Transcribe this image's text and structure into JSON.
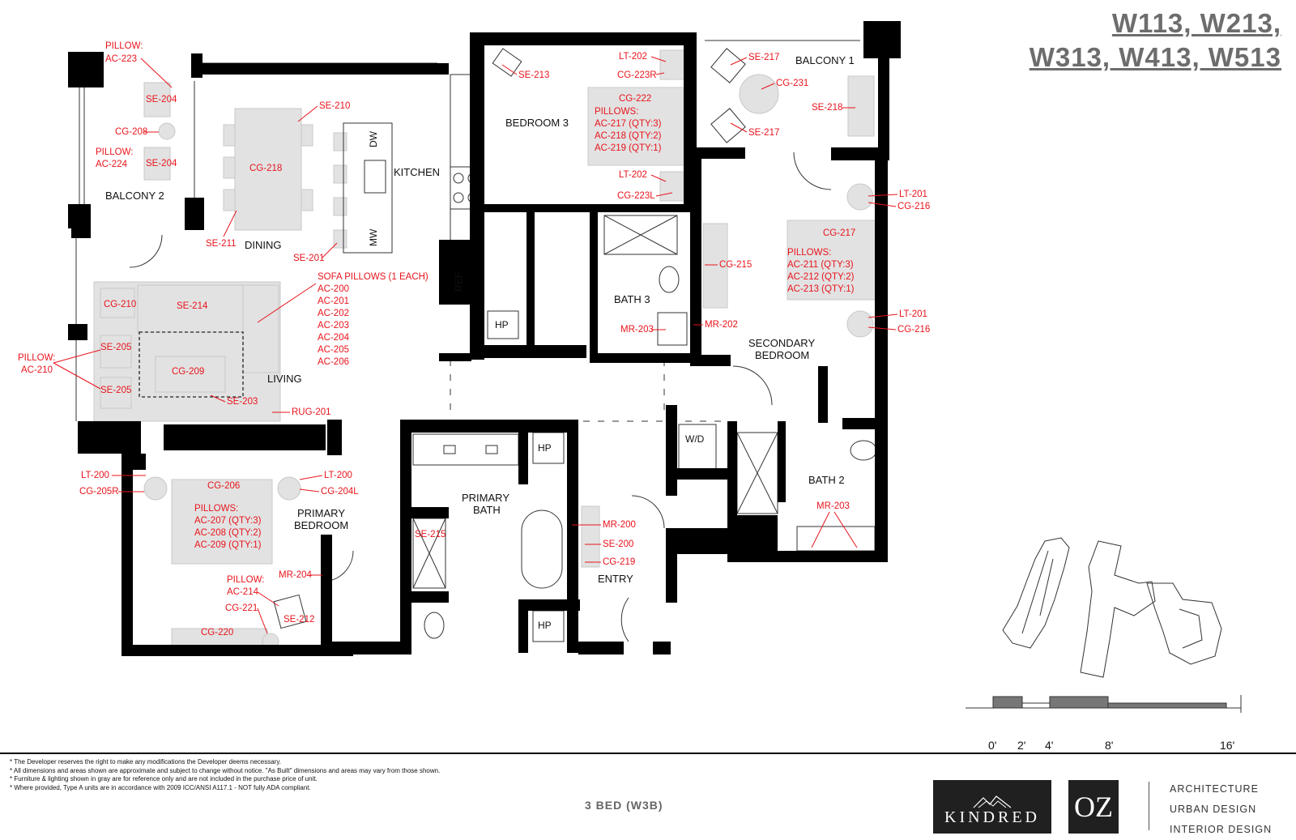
{
  "header": {
    "units_line1": "W113, W213,",
    "units_line2": "W313, W413, W513"
  },
  "rooms": {
    "balcony1": "BALCONY 1",
    "balcony2": "BALCONY 2",
    "bedroom3": "BEDROOM 3",
    "kitchen": "KITCHEN",
    "dining": "DINING",
    "living": "LIVING",
    "bath3": "BATH 3",
    "secondary_bedroom_1": "SECONDARY",
    "secondary_bedroom_2": "BEDROOM",
    "bath2": "BATH 2",
    "primary_bath_1": "PRIMARY",
    "primary_bath_2": "BATH",
    "primary_bedroom_1": "PRIMARY",
    "primary_bedroom_2": "BEDROOM",
    "entry": "ENTRY"
  },
  "fixtures": {
    "dw": "DW",
    "mw": "MW",
    "ref": "REF.",
    "hp": "HP",
    "wd": "W/D"
  },
  "callouts": {
    "pillow_ac223_a": "PILLOW:",
    "pillow_ac223_b": "AC-223",
    "se204_top": "SE-204",
    "cg208": "CG-208",
    "pillow_ac224_a": "PILLOW:",
    "pillow_ac224_b": "AC-224",
    "se204_bottom": "SE-204",
    "se210": "SE-210",
    "cg218": "CG-218",
    "se211": "SE-211",
    "se201_dining": "SE-201",
    "se213": "SE-213",
    "lt202_top": "LT-202",
    "cg223r": "CG-223R",
    "cg222": "CG-222",
    "br3_pillows": "PILLOWS:",
    "ac217": "AC-217 (QTY:3)",
    "ac218": "AC-218 (QTY:2)",
    "ac219": "AC-219 (QTY:1)",
    "lt202_bottom": "LT-202",
    "cg223l": "CG-223L",
    "se217_top": "SE-217",
    "cg231": "CG-231",
    "se218": "SE-218",
    "se217_bottom": "SE-217",
    "lt201_top": "LT-201",
    "cg216_top": "CG-216",
    "cg217": "CG-217",
    "sec_pillows": "PILLOWS:",
    "ac211": "AC-211 (QTY:3)",
    "ac212": "AC-212 (QTY:2)",
    "ac213": "AC-213 (QTY:1)",
    "lt201_bottom": "LT-201",
    "cg216_bottom": "CG-216",
    "cg215": "CG-215",
    "mr202": "MR-202",
    "mr203_bath3": "MR-203",
    "sofa_pillows": "SOFA PILLOWS (1 EACH)",
    "ac200": "AC-200",
    "ac201": "AC-201",
    "ac202": "AC-202",
    "ac203": "AC-203",
    "ac204": "AC-204",
    "ac205": "AC-205",
    "ac206": "AC-206",
    "cg210": "CG-210",
    "se214": "SE-214",
    "se205_top": "SE-205",
    "se205_bottom": "SE-205",
    "pillow_ac210_a": "PILLOW:",
    "pillow_ac210_b": "AC-210",
    "cg209": "CG-209",
    "se203": "SE-203",
    "rug201": "RUG-201",
    "lt200_left": "LT-200",
    "cg205r": "CG-205R",
    "lt200_right": "LT-200",
    "cg204l": "CG-204L",
    "cg206": "CG-206",
    "pb_pillows": "PILLOWS:",
    "ac207": "AC-207 (QTY:3)",
    "ac208": "AC-208 (QTY:2)",
    "ac209": "AC-209 (QTY:1)",
    "mr204": "MR-204",
    "pillow_ac214_a": "PILLOW:",
    "pillow_ac214_b": "AC-214",
    "cg221": "CG-221",
    "se212": "SE-212",
    "cg220": "CG-220",
    "se215": "SE-215",
    "mr200": "MR-200",
    "se200": "SE-200",
    "cg219": "CG-219",
    "mr203_bath2": "MR-203"
  },
  "scale": {
    "labels": [
      "0'",
      "2'",
      "4'",
      "8'",
      "16'"
    ]
  },
  "footer": {
    "notes": [
      "* The Developer reserves the right to make any modifications the Developer deems necessary.",
      "* All dimensions and areas shown are approximate and subject to change without notice. \"As Built\" dimensions and areas may vary from those shown.",
      "* Furniture & lighting shown in gray are for reference only and are not included in the purchase price of unit.",
      "* Where provided, Type A units are in accordance with 2009 ICC/ANSI A117.1 - NOT fully ADA compliant."
    ],
    "unit_type": "3 BED (W3B)",
    "brand_kindred": "KINDRED",
    "brand_oz": "OZ",
    "disciplines": [
      "ARCHITECTURE",
      "URBAN DESIGN",
      "INTERIOR DESIGN"
    ]
  },
  "colors": {
    "callout": "#e8141c",
    "wall": "#000000",
    "furniture": "#e2e2e2",
    "header_text": "#6d6d6d"
  }
}
